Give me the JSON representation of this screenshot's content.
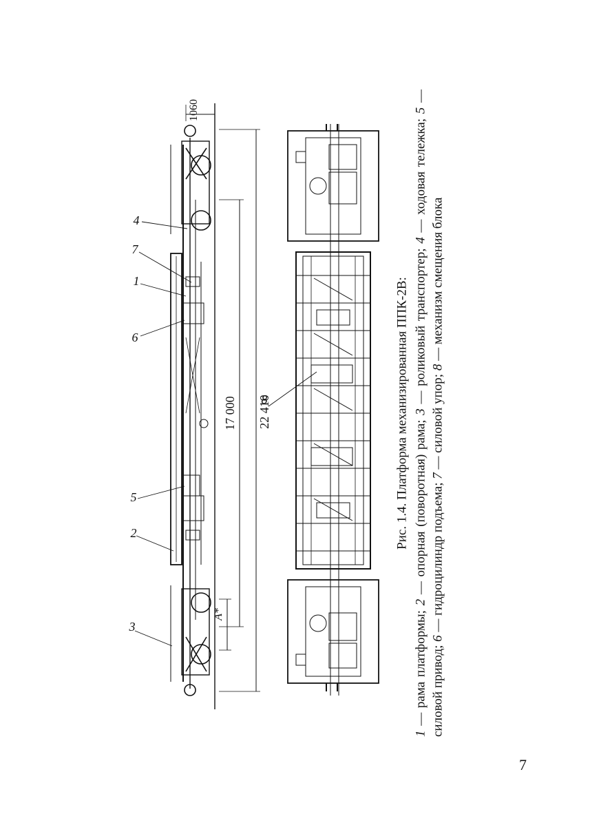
{
  "figure": {
    "title": "Рис. 1.4. Платформа механизированная ППК-2В:",
    "legend": [
      {
        "num": "1",
        "text": " — рама платформы; "
      },
      {
        "num": "2",
        "text": " — опорная (поворотная) рама; "
      },
      {
        "num": "3",
        "text": " — роликовый транспортер; "
      },
      {
        "num": "4",
        "text": " — ходовая тележка; "
      },
      {
        "num": "5",
        "text": " — силовой привод; "
      },
      {
        "num": "6",
        "text": " — гидроцилиндр подъема; "
      },
      {
        "num": "7",
        "text": " — силовой упор; "
      },
      {
        "num": "8",
        "text": " — механизм смещения блока"
      }
    ],
    "dimensions": {
      "overall": "22 410",
      "base": "17 000",
      "height": "1060",
      "a_mark": "A*"
    },
    "callouts": [
      "1",
      "2",
      "3",
      "4",
      "5",
      "6",
      "7",
      "8"
    ]
  },
  "page_number": "7"
}
